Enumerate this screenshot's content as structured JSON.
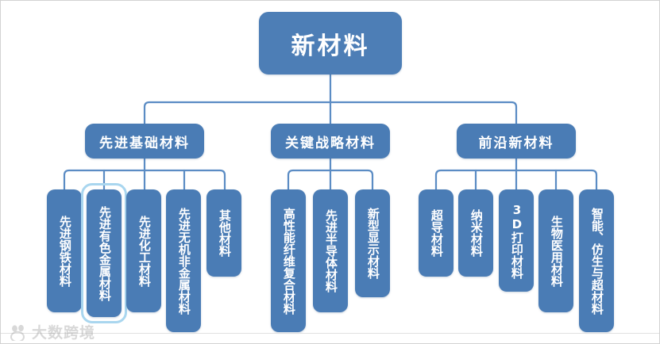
{
  "diagram": {
    "type": "hierarchy-tree",
    "title": "新材料",
    "root": {
      "label": "新材料"
    },
    "branches": [
      {
        "label": "先进基础材料",
        "children": [
          {
            "label": "先进钢铁材料",
            "highlighted": false
          },
          {
            "label": "先进有色金属材料",
            "highlighted": true
          },
          {
            "label": "先进化工材料",
            "highlighted": false
          },
          {
            "label": "先进无机非金属材料",
            "highlighted": false
          },
          {
            "label": "其他材料",
            "highlighted": false
          }
        ]
      },
      {
        "label": "关键战略材料",
        "children": [
          {
            "label": "高性能纤维复合材料",
            "highlighted": false
          },
          {
            "label": "先进半导体材料",
            "highlighted": false
          },
          {
            "label": "新型显示材料",
            "highlighted": false
          }
        ]
      },
      {
        "label": "前沿新材料",
        "children": [
          {
            "label": "超导材料",
            "highlighted": false
          },
          {
            "label": "纳米材料",
            "highlighted": false
          },
          {
            "label": "3D打印材料",
            "highlighted": false
          },
          {
            "label": "生物医用材料",
            "highlighted": false
          },
          {
            "label": "智能、仿生与超材料",
            "highlighted": false
          }
        ]
      }
    ]
  },
  "colors": {
    "node_fill": "#4a7cb5",
    "node_text": "#ffffff",
    "connector": "#5b8cc4",
    "highlight_ring": "#a9d6ef",
    "page_border": "#d2d2d2",
    "watermark": "#9a9a9a"
  },
  "watermark": {
    "text": "大数跨境",
    "logo": "paw-logo-icon"
  }
}
